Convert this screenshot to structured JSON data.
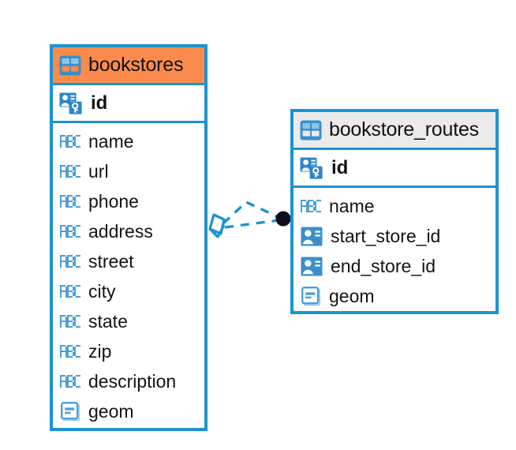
{
  "diagram": {
    "type": "entity-relationship-diagram",
    "background": "#ffffff",
    "accent_color": "#1B93D1",
    "highlight_color": "#FB8B4C",
    "header_gray": "#EBEBEB"
  },
  "entities": [
    {
      "name": "bookstores",
      "header_style": "accent-orange",
      "table_icon": "table-icon",
      "primary_key": {
        "label": "id",
        "icon": "primary-key-icon"
      },
      "fields": [
        {
          "label": "name",
          "icon": "text-abc-icon"
        },
        {
          "label": "url",
          "icon": "text-abc-icon"
        },
        {
          "label": "phone",
          "icon": "text-abc-icon"
        },
        {
          "label": "address",
          "icon": "text-abc-icon"
        },
        {
          "label": "street",
          "icon": "text-abc-icon"
        },
        {
          "label": "city",
          "icon": "text-abc-icon"
        },
        {
          "label": "state",
          "icon": "text-abc-icon"
        },
        {
          "label": "zip",
          "icon": "text-abc-icon"
        },
        {
          "label": "description",
          "icon": "text-abc-icon"
        },
        {
          "label": "geom",
          "icon": "geometry-icon"
        }
      ]
    },
    {
      "name": "bookstore_routes",
      "header_style": "accent-gray",
      "table_icon": "table-icon",
      "primary_key": {
        "label": "id",
        "icon": "primary-key-icon"
      },
      "fields": [
        {
          "label": "name",
          "icon": "text-abc-icon"
        },
        {
          "label": "start_store_id",
          "icon": "foreign-key-icon"
        },
        {
          "label": "end_store_id",
          "icon": "foreign-key-icon"
        },
        {
          "label": "geom",
          "icon": "geometry-icon"
        }
      ]
    }
  ],
  "relationships": [
    {
      "from": "bookstores",
      "to": "bookstore_routes",
      "source_marker": "crowsfoot-diamond",
      "target_marker": "filled-circle",
      "line_style": "dashed",
      "color": "#1B93D1"
    },
    {
      "from": "bookstores",
      "to": "bookstore_routes",
      "source_marker": "crowsfoot-diamond",
      "target_marker": "filled-circle",
      "line_style": "dashed",
      "color": "#1B93D1"
    }
  ]
}
